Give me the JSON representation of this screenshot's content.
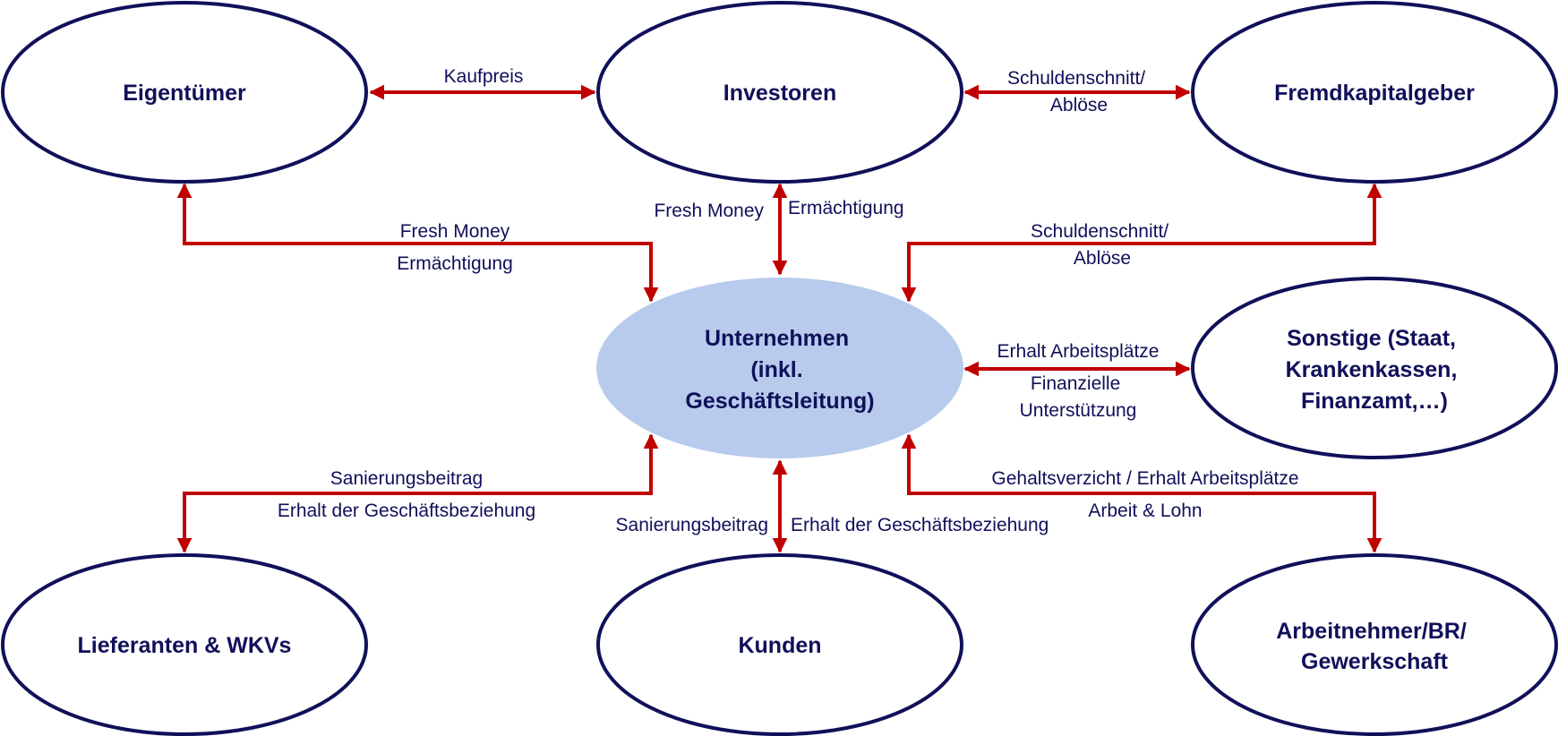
{
  "colors": {
    "node_stroke": "#10105a",
    "text": "#10105a",
    "arrow": "#c00000",
    "center_fill": "#b8cbec",
    "background": "#ffffff"
  },
  "nodes": {
    "eigentuemer": [
      "Eigentümer"
    ],
    "investoren": [
      "Investoren"
    ],
    "fremdkapitalgeber": [
      "Fremdkapitalgeber"
    ],
    "unternehmen": [
      "Unternehmen",
      "(inkl.",
      "Geschäftsleitung)"
    ],
    "sonstige": [
      "Sonstige (Staat,",
      "Krankenkassen,",
      "Finanzamt,…)"
    ],
    "lieferanten": [
      "Lieferanten & WKVs"
    ],
    "kunden": [
      "Kunden"
    ],
    "arbeitnehmer": [
      "Arbeitnehmer/BR/",
      "Gewerkschaft"
    ]
  },
  "edges": {
    "eigentuemer_investoren": [
      "Kaufpreis"
    ],
    "investoren_fremdkapital": [
      "Schuldenschnitt/",
      "Ablöse"
    ],
    "investoren_unternehmen_left": [
      "Fresh Money"
    ],
    "investoren_unternehmen_right": [
      "Ermächtigung"
    ],
    "eigentuemer_unternehmen_top": [
      "Fresh Money"
    ],
    "eigentuemer_unternehmen_bottom": [
      "Ermächtigung"
    ],
    "fremdkapital_unternehmen": [
      "Schuldenschnitt/",
      "Ablöse"
    ],
    "unternehmen_sonstige_top": [
      "Erhalt Arbeitsplätze"
    ],
    "unternehmen_sonstige_bottom": [
      "Finanzielle",
      "Unterstützung"
    ],
    "lieferanten_unternehmen_top": [
      "Sanierungsbeitrag"
    ],
    "lieferanten_unternehmen_bottom": [
      "Erhalt der Geschäftsbeziehung"
    ],
    "kunden_unternehmen_left": [
      "Sanierungsbeitrag"
    ],
    "kunden_unternehmen_right": [
      "Erhalt der Geschäftsbeziehung"
    ],
    "arbeitnehmer_unternehmen_top": [
      "Gehaltsverzicht / Erhalt Arbeitsplätze"
    ],
    "arbeitnehmer_unternehmen_bottom": [
      "Arbeit & Lohn"
    ]
  }
}
